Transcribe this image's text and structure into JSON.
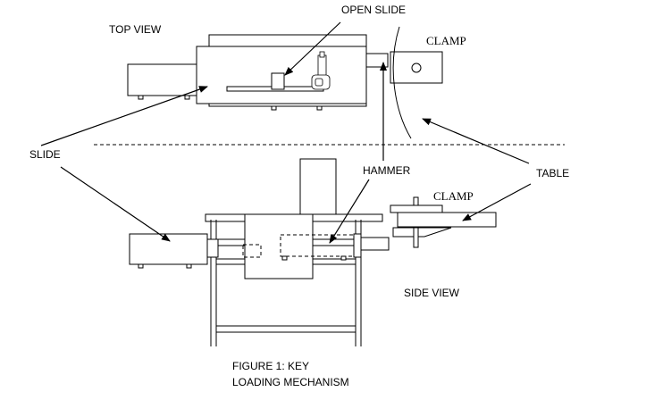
{
  "labels": {
    "top_view": "TOP VIEW",
    "open_slide": "OPEN SLIDE",
    "clamp_top": "CLAMP",
    "slide": "SLIDE",
    "hammer": "HAMMER",
    "table": "TABLE",
    "clamp_side": "CLAMP",
    "side_view": "SIDE VIEW"
  },
  "caption": {
    "line1": "FIGURE 1: KEY",
    "line2": "LOADING MECHANISM"
  }
}
